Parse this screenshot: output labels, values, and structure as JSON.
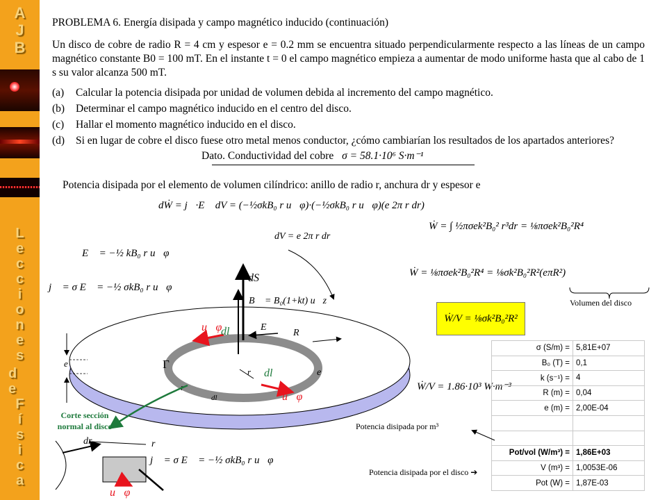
{
  "sidebar": {
    "top_letters": [
      "A",
      "J",
      "B"
    ],
    "lecciones_letters": [
      "L",
      "e",
      "c",
      "c",
      "i",
      "o",
      "n",
      "e",
      "s"
    ],
    "de_letters": [
      "d",
      "e"
    ],
    "fisica_letters": [
      "F",
      "í",
      "s",
      "i",
      "c",
      "a"
    ]
  },
  "problem": {
    "title": "PROBLEMA 6. Energía disipada y campo magnético inducido (continuación)",
    "statement": "Un disco de cobre de radio R = 4 cm y espesor e = 0.2 mm se encuentra situado perpendicularmente respecto a las líneas de un campo magnético constante B0 = 100 mT. En el instante t = 0 el campo magnético empieza a aumentar de modo uniforme hasta que al cabo de 1 s su valor alcanza 500 mT.",
    "items": [
      {
        "label": "(a)",
        "text": "Calcular la potencia disipada por unidad de volumen debida al incremento del campo magnético."
      },
      {
        "label": "(b)",
        "text": "Determinar el campo magnético inducido en el centro del disco."
      },
      {
        "label": "(c)",
        "text": "Hallar el momento magnético inducido en el disco."
      },
      {
        "label": "(d)",
        "text": "Si en lugar de cobre el disco fuese otro metal menos conductor, ¿cómo cambiarían los resultados de los apartados anteriores?"
      }
    ],
    "dato": "Dato. Conductividad del cobre",
    "sigma_value": "σ = 58.1·10⁶ S·m⁻¹"
  },
  "solution": {
    "subheading": "Potencia disipada por el elemento de volumen cilíndrico: anillo de radio r, anchura dr y espesor e",
    "eq_dW": "dẆ = j⃗·E⃗ dV = (−½σkB₀ r u⃗φ)·(−½σkB₀ r u⃗φ)(e 2π r dr)",
    "eq_dV": "dV = e 2π r dr",
    "eq_E": "E⃗ = −½ kB₀ r u⃗φ",
    "eq_j": "j⃗ = σ E⃗ = −½ σkB₀ r u⃗φ",
    "eq_B": "B⃗ = B₀(1+kt) u⃗z",
    "eq_W_integral": "Ẇ = ∫ ½πσek²B₀² r³dr = ⅛πσek²B₀²R⁴",
    "eq_W_volume": "Ẇ = ⅛πσek²B₀²R⁴ = ⅛σk²B₀²R²(eπR²)",
    "eq_W_per_volume": "Ẇ/V = ⅛σk²B₀²R²",
    "eq_W_numeric": "Ẇ/V = 1.86·10³ W·m⁻³",
    "volumen_label": "Volumen del disco",
    "potencia_m3_label": "Potencia disipada por m³",
    "potencia_disco_label": "Potencia disipada por el disco ➔",
    "corte_label_1": "Corte sección",
    "corte_label_2": "normal al disco",
    "diagram_labels": {
      "dS": "dS⃗",
      "u_phi": "u⃗φ",
      "dl": "dl⃗",
      "E": "E⃗",
      "R": "R",
      "r": "r",
      "e": "e",
      "Gamma": "Γ",
      "dr": "dr",
      "dl_small": "dl"
    }
  },
  "table": {
    "rows": [
      {
        "key": "σ (S/m) =",
        "value": "5,81E+07",
        "bold": false
      },
      {
        "key": "B₀ (T) =",
        "value": "0,1",
        "bold": false
      },
      {
        "key": "k (s⁻¹) =",
        "value": "4",
        "bold": false
      },
      {
        "key": "R (m) =",
        "value": "0,04",
        "bold": false
      },
      {
        "key": "e (m) =",
        "value": "2,00E-04",
        "bold": false
      },
      {
        "key": "",
        "value": "",
        "bold": false
      },
      {
        "key": "",
        "value": "",
        "bold": false
      },
      {
        "key": "Pot/vol (W/m³) =",
        "value": "1,86E+03",
        "bold": true
      },
      {
        "key": "V (m³) =",
        "value": "1,0053E-06",
        "bold": false
      },
      {
        "key": "Pot (W) =",
        "value": "1,87E-03",
        "bold": false
      }
    ]
  },
  "colors": {
    "sidebar": "#f3a21c",
    "highlight": "#ffff00",
    "disk_top": "#ffffff",
    "disk_side": "#b8b8ee",
    "ring": "#8c8c8c",
    "arrow_red": "#e8141e",
    "arrow_green": "#1e7a3c"
  }
}
